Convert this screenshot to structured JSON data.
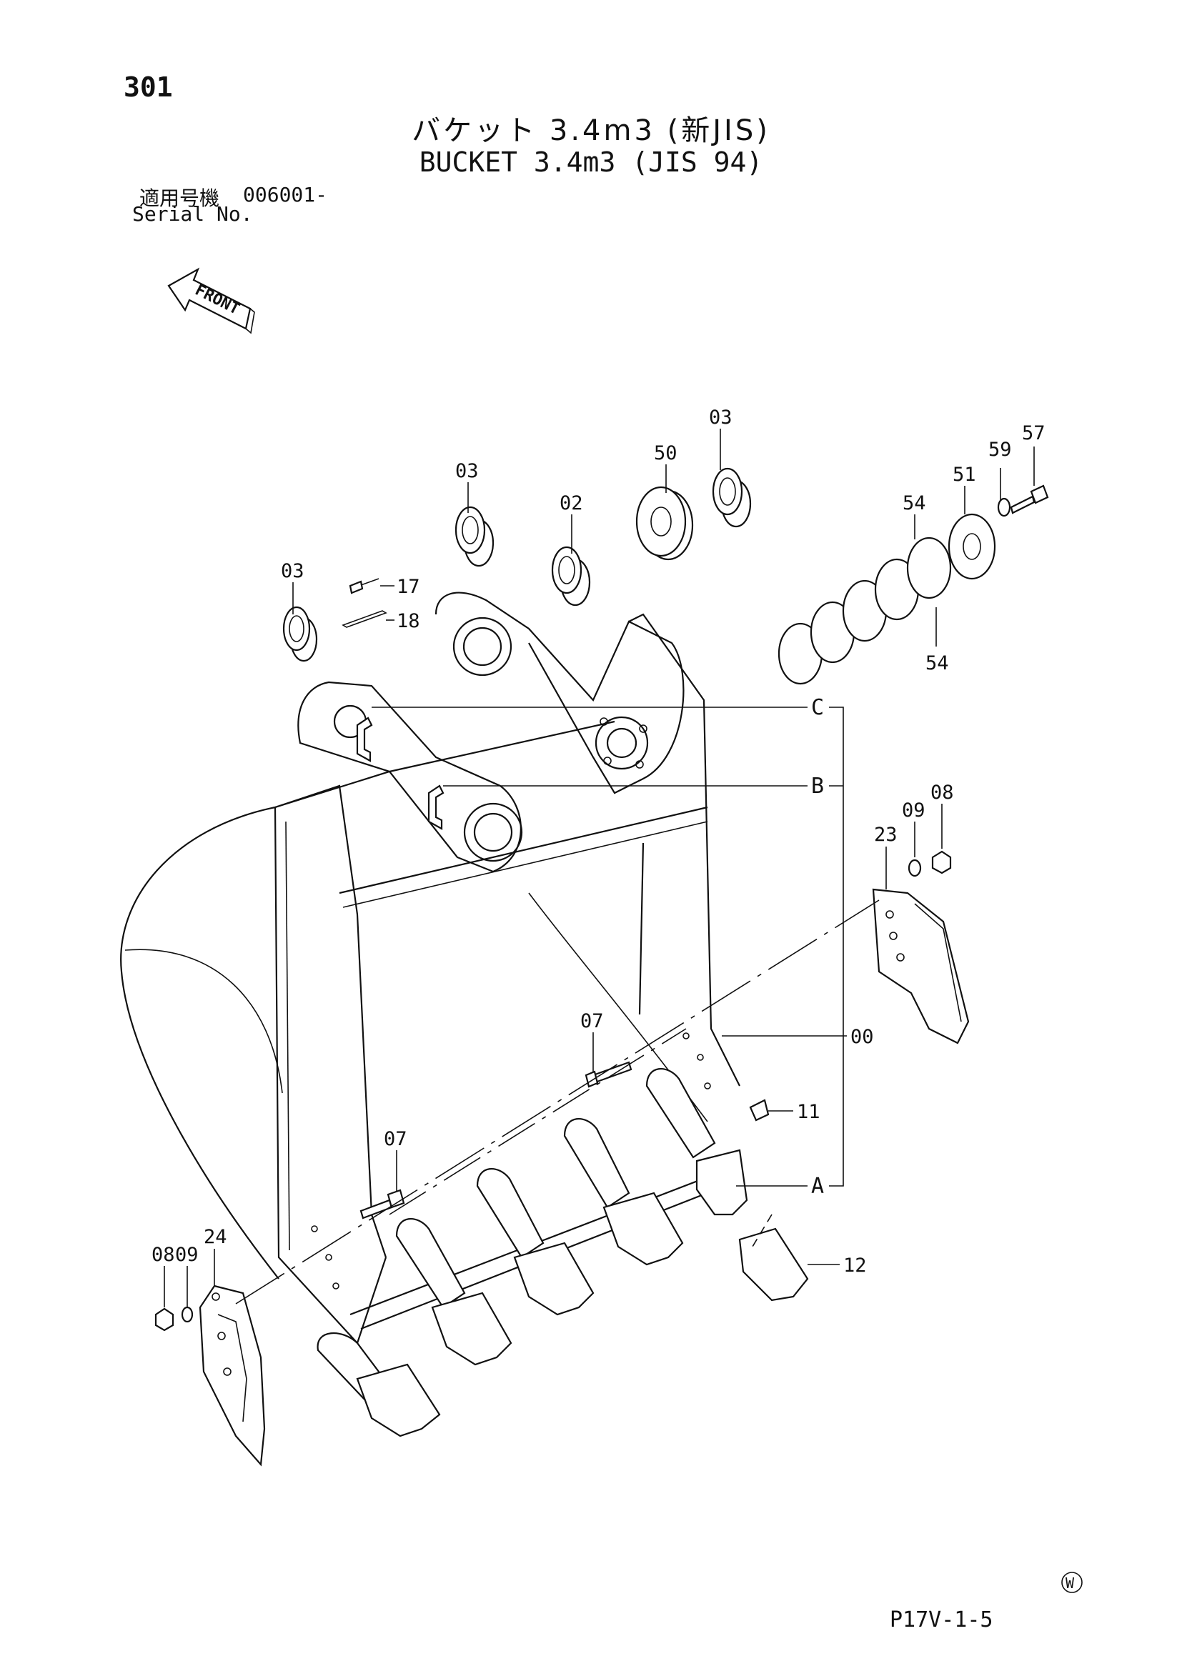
{
  "page": {
    "number": "301",
    "title_jp": "バケット 3.4m3 (新JIS)",
    "title_en": "BUCKET 3.4m3 (JIS 94)",
    "serial_label_jp": "適用号機",
    "serial_value": "006001-",
    "serial_label_en": "Serial No.",
    "front_label": "FRONT",
    "footer_code": "P17V-1-5",
    "footer_symbol": "W"
  },
  "callouts": {
    "c03a": "03",
    "c03b": "03",
    "c03c": "03",
    "c02": "02",
    "c50": "50",
    "c17": "17",
    "c18": "18",
    "c51": "51",
    "c59": "59",
    "c57": "57",
    "c54a": "54",
    "c54b": "54",
    "cC": "C",
    "cB": "B",
    "cA": "A",
    "c23": "23",
    "c09a": "09",
    "c08a": "08",
    "c00": "00",
    "c07a": "07",
    "c07b": "07",
    "c11": "11",
    "c12": "12",
    "c24": "24",
    "c09b": "09",
    "c08b": "08"
  }
}
